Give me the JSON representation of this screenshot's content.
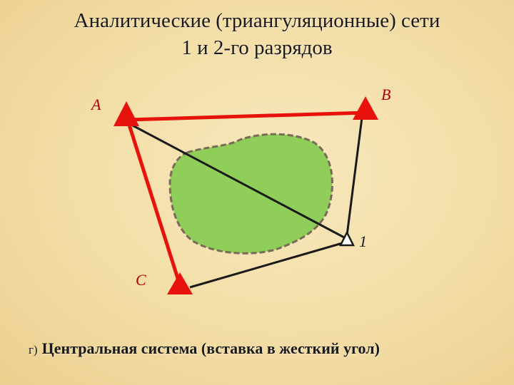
{
  "slide": {
    "title_line1": "Аналитические (триангуляционные) сети",
    "title_line2": "1 и 2-го разрядов",
    "caption_prefix": "г)",
    "caption_text": "Центральная система (вставка в жесткий угол)"
  },
  "points": {
    "A": "A",
    "B": "B",
    "C": "C",
    "one": "1"
  },
  "colors": {
    "background": "#f3dfa9",
    "rigid_side": "#e8120c",
    "network_line": "#1a1a1a",
    "obstacle_fill": "#8fcf59",
    "obstacle_border": "#7a6a58",
    "point_label": "#b00000"
  }
}
